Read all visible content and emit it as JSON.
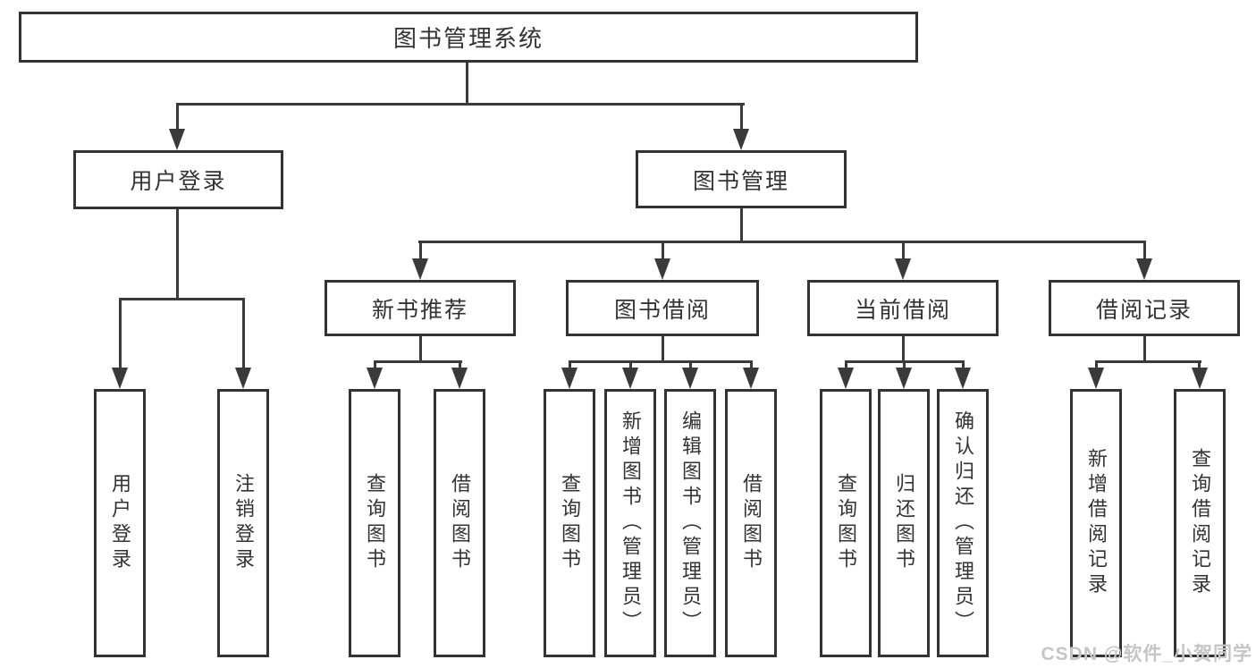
{
  "diagram": {
    "type": "hierarchy-tree",
    "colors": {
      "line": "#3a3a3a",
      "border": "#333333",
      "text": "#333333",
      "background": "#ffffff",
      "watermark": "#c5c5c5"
    },
    "watermark": "CSDN @软件_小贺同学",
    "nodes": {
      "root": {
        "label": "图书管理系统"
      },
      "user_login": {
        "label": "用户登录"
      },
      "book_mgmt": {
        "label": "图书管理"
      },
      "new_book_rec": {
        "label": "新书推荐"
      },
      "book_borrow": {
        "label": "图书借阅"
      },
      "current_borrow": {
        "label": "当前借阅"
      },
      "borrow_record": {
        "label": "借阅记录"
      },
      "leaf_user_login": {
        "label": "用户登录"
      },
      "leaf_logout": {
        "label": "注销登录"
      },
      "leaf_query_book_1": {
        "label": "查询图书"
      },
      "leaf_borrow_book_1": {
        "label": "借阅图书"
      },
      "leaf_query_book_2": {
        "label": "查询图书"
      },
      "leaf_add_book": {
        "label": "新增图书（管理员）"
      },
      "leaf_edit_book": {
        "label": "编辑图书（管理员）"
      },
      "leaf_borrow_book_2": {
        "label": "借阅图书"
      },
      "leaf_query_book_3": {
        "label": "查询图书"
      },
      "leaf_return_book": {
        "label": "归还图书"
      },
      "leaf_confirm_return": {
        "label": "确认归还（管理员）"
      },
      "leaf_add_borrow_record": {
        "label": "新增借阅记录"
      },
      "leaf_query_borrow_record": {
        "label": "查询借阅记录"
      }
    },
    "edges": [
      "root→user_login",
      "root→book_mgmt",
      "user_login→leaf_user_login",
      "user_login→leaf_logout",
      "book_mgmt→new_book_rec",
      "book_mgmt→book_borrow",
      "book_mgmt→current_borrow",
      "book_mgmt→borrow_record",
      "new_book_rec→leaf_query_book_1",
      "new_book_rec→leaf_borrow_book_1",
      "book_borrow→leaf_query_book_2",
      "book_borrow→leaf_add_book",
      "book_borrow→leaf_edit_book",
      "book_borrow→leaf_borrow_book_2",
      "current_borrow→leaf_query_book_3",
      "current_borrow→leaf_return_book",
      "current_borrow→leaf_confirm_return",
      "borrow_record→leaf_add_borrow_record",
      "borrow_record→leaf_query_borrow_record"
    ]
  }
}
